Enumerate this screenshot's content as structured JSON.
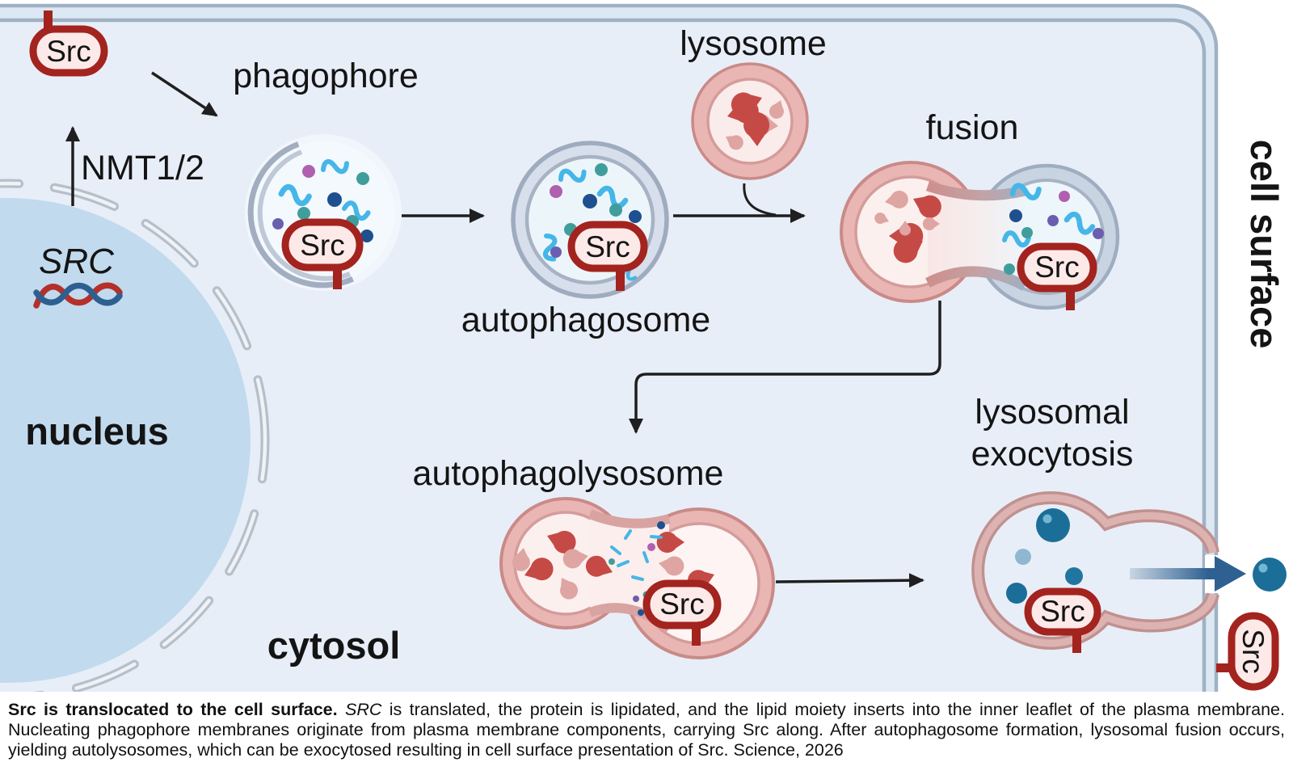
{
  "diagram": {
    "labels": {
      "phagophore": "phagophore",
      "lysosome": "lysosome",
      "fusion": "fusion",
      "autophagosome": "autophagosome",
      "autophagolysosome": "autophagolysosome",
      "lysosomal_exocytosis_line1": "lysosomal",
      "lysosomal_exocytosis_line2": "exocytosis",
      "nucleus": "nucleus",
      "cytosol": "cytosol",
      "cell_surface": "cell surface",
      "nmt": "NMT1/2",
      "src_gene": "SRC",
      "src_protein": "Src"
    },
    "colors": {
      "cell_interior": "#e8eef8",
      "membrane_band": "#dce8f4",
      "membrane_line": "#a0b1c3",
      "nucleus_fill": "#c2daee",
      "src_badge_border": "#a3231e",
      "src_badge_fill": "#fdeae8",
      "lysosome_pink": "#e9b6b4",
      "enzyme_dark_red": "#c54a45",
      "enzyme_light_pink": "#dfa5a2",
      "cargo_blue": "#45b6e8",
      "exocytosis_arrow_blue": "#2e6191"
    }
  },
  "caption": {
    "bold_lead": "Src is translocated to the cell surface.",
    "italic_gene": "SRC",
    "body": " is translated, the protein is lipidated, and the lipid moiety inserts into the inner leaflet of the plasma membrane. Nucleating phagophore membranes originate from plasma membrane components, carrying Src along. After autophagosome formation, lysosomal fusion occurs, yielding autolysosomes, which can be exocytosed resulting in cell surface presentation of Src. Science, 2026"
  }
}
